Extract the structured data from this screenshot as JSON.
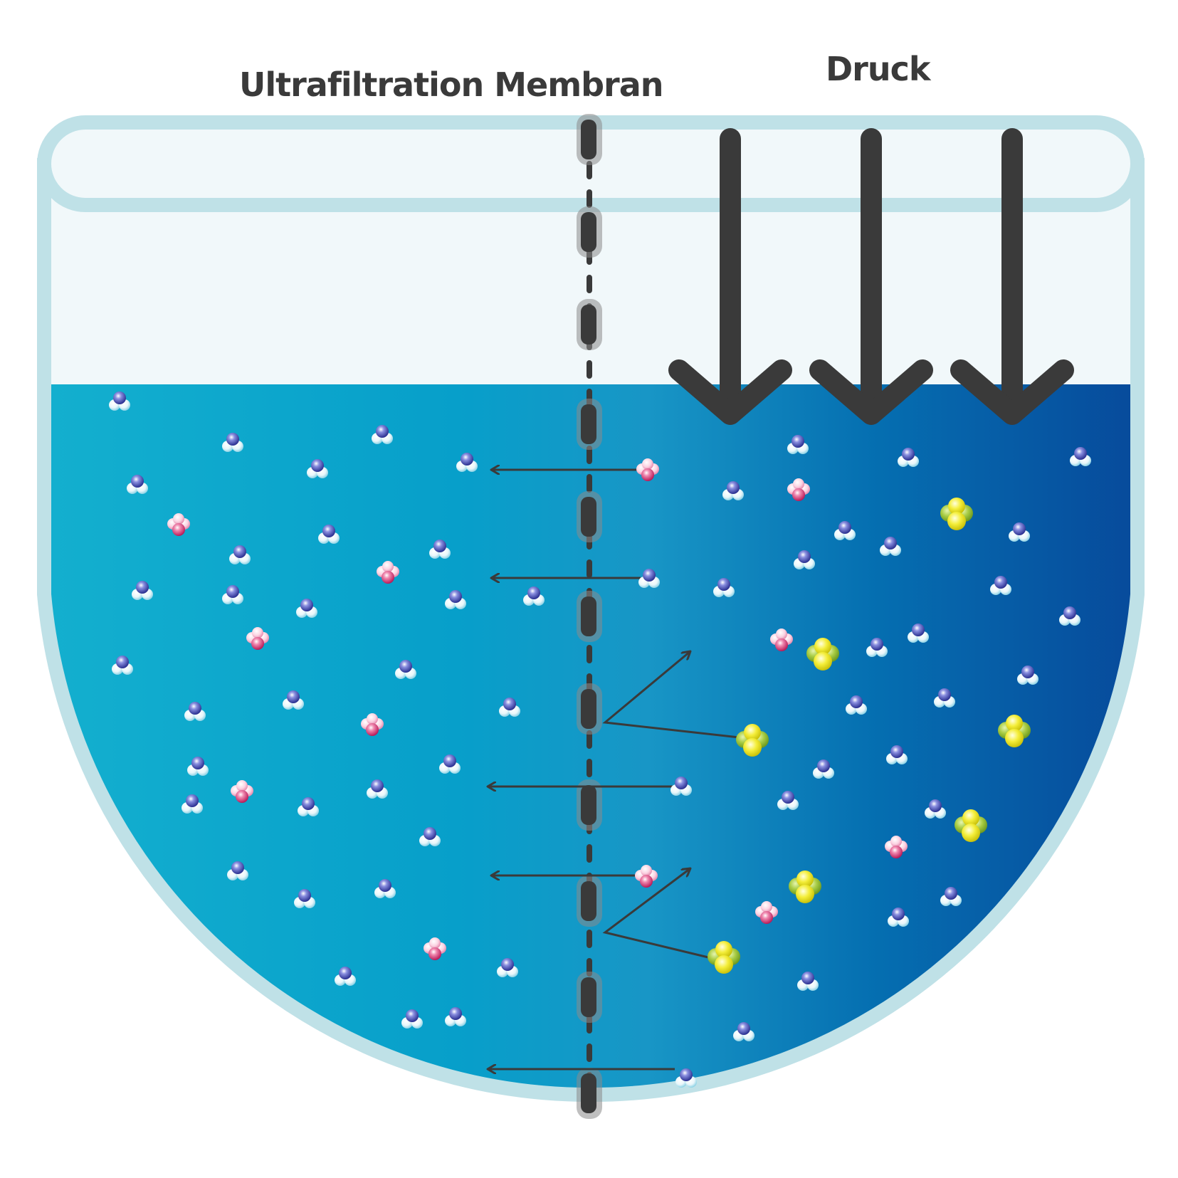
{
  "labels": {
    "membrane": "Ultrafiltration Membran",
    "pressure": "Druck"
  },
  "colors": {
    "vessel_outline": "#bfe1e7",
    "vessel_air": "#f1f8fa",
    "water_left": "#13aecd",
    "water_mid": "#0a9ac6",
    "water_right": "#094a9b",
    "arrow_dark": "#3a3a3a",
    "membrane_dark": "#3a3a3a",
    "membrane_gray": "#8a8a8a",
    "particle_small_blue": "#3a3fa8",
    "particle_small_white": "#ffffff",
    "particle_medium_pink": "#d0306c",
    "particle_large_yellow": "#e8e21a",
    "particle_large_green": "#9cc33c"
  },
  "legend_items": [
    {
      "kind": "small",
      "icon": "water-molecule-icon"
    },
    {
      "kind": "medium",
      "icon": "solute-molecule-icon"
    },
    {
      "kind": "large",
      "icon": "large-particle-icon"
    }
  ]
}
